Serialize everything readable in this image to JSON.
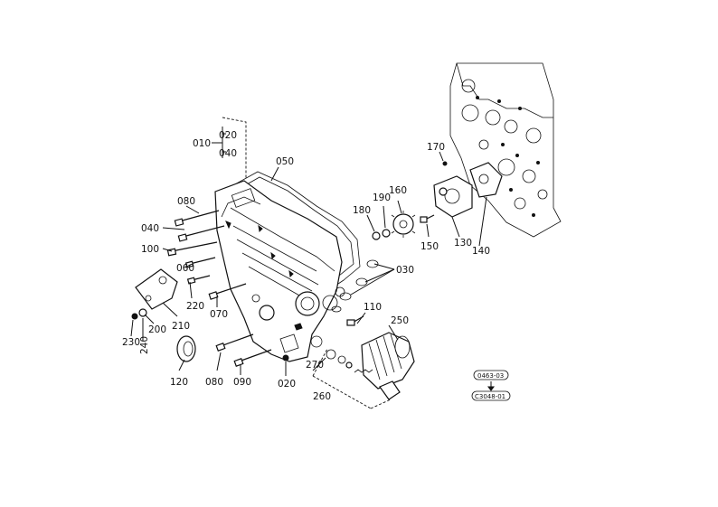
{
  "callouts": {
    "c010": "010",
    "c020a": "020",
    "c040a": "040",
    "c050": "050",
    "c080a": "080",
    "c040b": "040",
    "c100": "100",
    "c060": "060",
    "c220": "220",
    "c070": "070",
    "c210": "210",
    "c200": "200",
    "c230": "230",
    "c240": "240",
    "c120": "120",
    "c080b": "080",
    "c090": "090",
    "c020b": "020",
    "c170": "170",
    "c160": "160",
    "c190": "190",
    "c180": "180",
    "c150": "150",
    "c130": "130",
    "c140": "140",
    "c030": "030",
    "c110": "110",
    "c250": "250",
    "c270": "270",
    "c260": "260"
  },
  "reference_codes": {
    "top": "0463-03",
    "bottom": "C3048-01"
  }
}
